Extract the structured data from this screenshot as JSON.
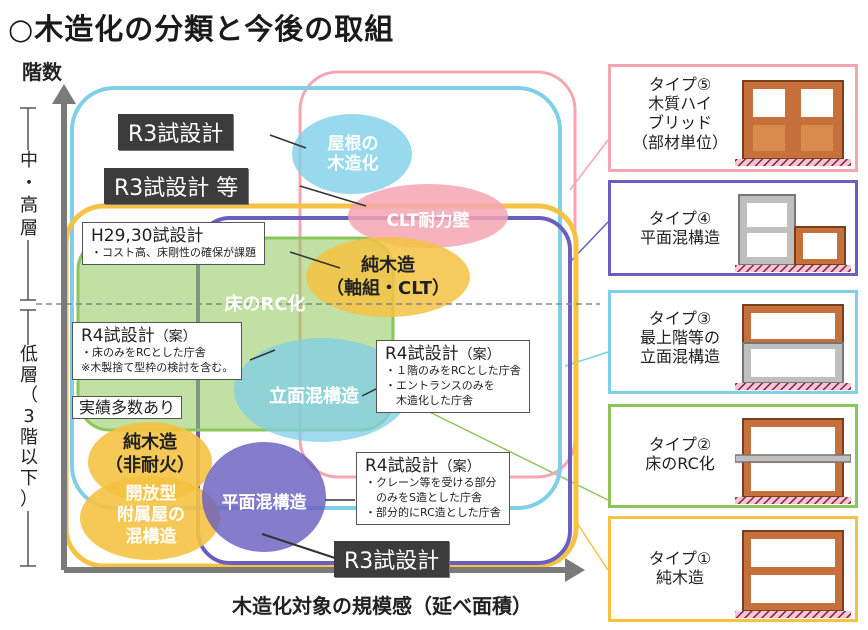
{
  "title": "○木造化の分類と今後の取組",
  "axes": {
    "y_label": "階数",
    "x_label": "木造化対象の規模感（延べ面積）",
    "mid_high_chars": [
      "中",
      "・",
      "高",
      "層"
    ],
    "low_chars": [
      "低",
      "層",
      "（",
      "3",
      "階",
      "以",
      "下",
      "）"
    ]
  },
  "regions": {
    "roof": [
      "屋根の",
      "木造化"
    ],
    "clt_wall": "CLT耐力壁",
    "pure_wood_clt": [
      "純木造",
      "（軸組・CLT）"
    ],
    "floor_rc": "床のRC化",
    "elevation_mixed": "立面混構造",
    "pure_wood_nonfire": [
      "純木造",
      "（非耐火）"
    ],
    "open_annex": [
      "開放型",
      "附属屋の",
      "混構造"
    ],
    "plan_mixed": "平面混構造"
  },
  "tags": {
    "r3_a": "R3試設計",
    "r3_b": "R3試設計 等",
    "r3_c": "R3試設計",
    "h29": {
      "title": "H29,30試設計",
      "lines": [
        "・コスト高、床剛性の確保が課題"
      ]
    },
    "r4_floor": {
      "title": "R4試設計",
      "suffix": "（案）",
      "lines": [
        "・床のみをRCとした庁舎",
        "※木製捨て型枠の検討を含む。"
      ]
    },
    "record": "実績多数あり",
    "r4_elev": {
      "title": "R4試設計",
      "suffix": "（案）",
      "lines": [
        "・１階のみをRCとした庁舎",
        "・エントランスのみを",
        "　木造化した庁舎"
      ]
    },
    "r4_plan": {
      "title": "R4試設計",
      "suffix": "（案）",
      "lines": [
        "・クレーン等を受ける部分",
        "　のみをS造とした庁舎",
        "・部分的にRC造とした庁舎"
      ]
    }
  },
  "types": [
    {
      "lines": [
        "タイプ⑤",
        "木質ハイ",
        "ブリッド",
        "（部材単位）"
      ],
      "color": "#f4a6b2",
      "icon": "hybrid-structure-icon"
    },
    {
      "lines": [
        "タイプ④",
        "平面混構造"
      ],
      "color": "#6a5fc1",
      "icon": "plan-mixed-structure-icon"
    },
    {
      "lines": [
        "タイプ③",
        "最上階等の",
        "立面混構造"
      ],
      "color": "#7fcfe8",
      "icon": "elevation-mixed-structure-icon"
    },
    {
      "lines": [
        "タイプ②",
        "床のRC化"
      ],
      "color": "#8cc65a",
      "icon": "rc-floor-structure-icon"
    },
    {
      "lines": [
        "タイプ①",
        "純木造"
      ],
      "color": "#f5c242",
      "icon": "pure-wood-structure-icon"
    }
  ],
  "colors": {
    "pink": "#f4a6b2",
    "purple": "#6a5fc1",
    "sky": "#7fcfe8",
    "green": "#8cc65a",
    "yellow": "#f5c242",
    "axis": "#7a7a7a",
    "tag_dark": "#3c3c3c"
  }
}
